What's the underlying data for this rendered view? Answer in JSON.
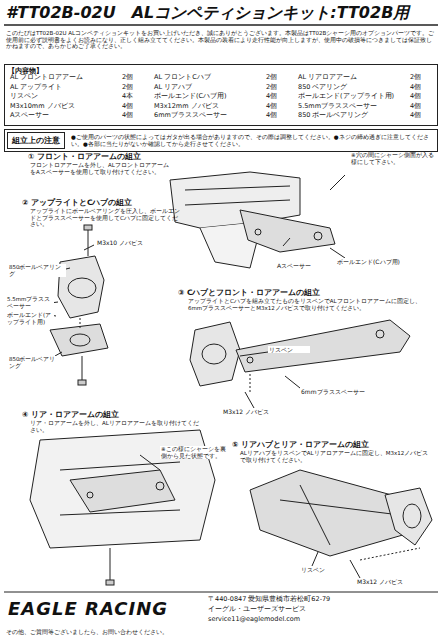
{
  "diagram": {
    "title": "#TT02B-02U　ALコンペティションキット:TT02B用",
    "nodes": [
      {
        "text": [
          "【内容物】"
        ]
      },
      {
        "text": [
          "組立上の注意",
          "●ご使用のパーツの状態によってはガタが出る場合がありますので、その際は調整してください。●ネジの締め過ぎに注意してください。●各部に当たりがないか確認してから走行させてください。"
        ]
      }
    ],
    "labels": [
      "このたびはTT02B-02U ALコンペティションキットをお買い上げいただき、誠にありがとうございます。本製品はTT02Bシャーシ用のオプションパーツです。ご使用前に必ず説明書をよくお読みになり、正しく組み立ててください。本製品の装着により走行性能が向上しますが、使用中の破損等につきましては保証致しかねますので、あらかじめご了承ください。",
      "AL フロントロアアーム",
      "2個",
      "AL フロントCハブ",
      "2個",
      "AL リアロアアーム",
      "2個",
      "AL アップライト",
      "2個",
      "AL リアハブ",
      "2個",
      "850 ベアリング",
      "4個",
      "リスペン",
      "4本",
      "ボールエンド(Cハブ用)",
      "4個",
      "ボールエンド(アップライト用)",
      "4個",
      "M3x10mm ノバビス",
      "4個",
      "M3x12mm ノバビス",
      "4個",
      "5.5mmブラススペーサー",
      "4個",
      "Aスペーサー",
      "4個",
      "6mmブラススペーサー",
      "4個",
      "850 ボールベアリング",
      "4個",
      "① フロント・ロアアームの組立",
      "フロントロアアームを外し、ALフロントロアアームをAスペーサーを使用して取り付けてください。",
      "※穴の間にシャーシ側面が入る様にして下さい。",
      "Aスペーサー",
      "ボールエンド(Cハブ用)",
      "② アップライトとCハブの組立",
      "アップライトにボールベアリングを圧入し、ボールエンドとブラススペーサーを使用してCハブに固定してください。",
      "M3x10 ノバビス",
      "850ボールベアリング",
      "5.5mmブラススペーサー",
      "ボールエンド(アップライト用)",
      "850ボールベアリング",
      "③ Cハブとフロント・ロアアームの組立",
      "アップライトとCハブを組み立てたものをリスペンでALフロントロアアームに固定し、6mmブラススペーサーとM3x12ノバビスで取り付けてください。",
      "リスペン",
      "6mmブラススペーサー",
      "M3x12 ノバビス",
      "④ リア・ロアアームの組立",
      "リア・ロアアームを外し、ALリアロアアームを取り付けてください。",
      "※この様にシャーシを裏側から見た状態です。",
      "⑤ リアハブとリア・ロアアームの組立",
      "ALリアハブをリスペンでALリアロアアームに固定し、M3x12ノバビスで取り付けてください。",
      "リスペン",
      "M3x12 ノバビス",
      "EAGLE RACING",
      "〒440-0847 愛知県豊橋市若松町62-79",
      "イーグル・ユーザーズサービス",
      "service11@eaglemodel.com",
      "その他、ご質問等ございましたら、お問い合わせください。"
    ]
  }
}
